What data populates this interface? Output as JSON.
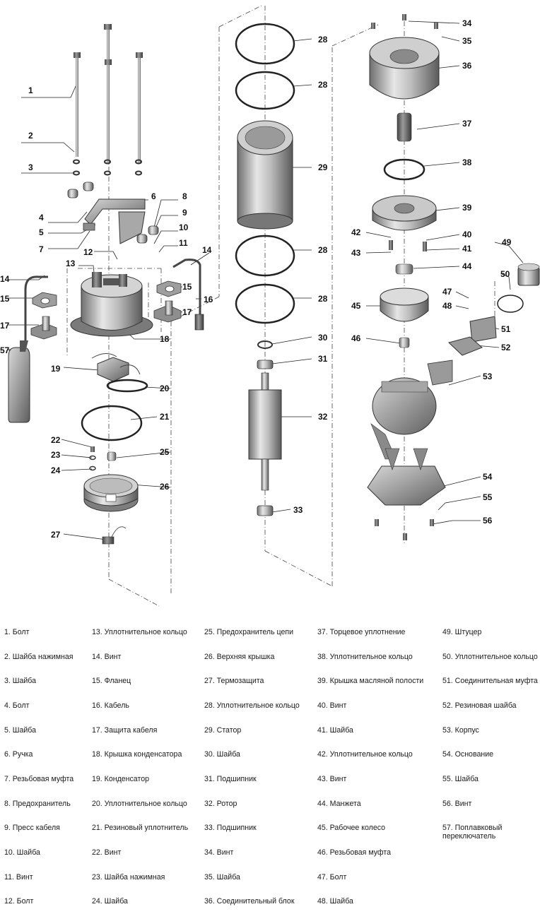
{
  "callouts": [
    "1",
    "2",
    "3",
    "4",
    "5",
    "6",
    "7",
    "8",
    "9",
    "10",
    "11",
    "12",
    "13",
    "14",
    "14",
    "15",
    "15",
    "16",
    "17",
    "17",
    "18",
    "19",
    "20",
    "21",
    "22",
    "23",
    "24",
    "25",
    "26",
    "27",
    "28",
    "28",
    "28",
    "28",
    "29",
    "30",
    "31",
    "32",
    "33",
    "34",
    "35",
    "36",
    "37",
    "38",
    "39",
    "40",
    "41",
    "42",
    "43",
    "44",
    "45",
    "46",
    "47",
    "48",
    "49",
    "50",
    "51",
    "52",
    "53",
    "54",
    "55",
    "56",
    "57"
  ],
  "legend": {
    "col1": [
      "1. Болт",
      "2. Шайба нажимная",
      "3. Шайба",
      "4. Болт",
      "5. Шайба",
      "6. Ручка",
      "7. Резьбовая муфта",
      "8. Предохранитель",
      "9. Пресс кабеля",
      "10. Шайба",
      "11. Винт",
      "12. Болт"
    ],
    "col2": [
      "13. Уплотнительное кольцо",
      "14. Винт",
      "15. Фланец",
      "16. Кабель",
      "17. Защита кабеля",
      "18. Крышка конденсатора",
      "19. Конденсатор",
      "20. Уплотнительное кольцо",
      "21. Резиновый уплотнитель",
      "22. Винт",
      "23. Шайба нажимная",
      "24. Шайба"
    ],
    "col3": [
      "25. Предохранитель цепи",
      "26. Верхняя крышка",
      "27. Термозащита",
      "28. Уплотнительное кольцо",
      "29. Статор",
      "30. Шайба",
      "31. Подшипник",
      "32. Ротор",
      "33. Подшипник",
      "34. Винт",
      "35. Шайба",
      "36. Соединительный блок"
    ],
    "col4": [
      "37. Торцевое уплотнение",
      "38. Уплотнительное кольцо",
      "39. Крышка масляной полости",
      "40. Винт",
      "41. Шайба",
      "42. Уплотнительное кольцо",
      "43. Винт",
      "44. Манжета",
      "45. Рабочее колесо",
      "46. Резьбовая муфта",
      "47. Болт",
      "48. Шайба"
    ],
    "col5": [
      "49. Штуцер",
      "50. Уплотнительное кольцо",
      "51. Соединительная муфта",
      "52. Резиновая шайба",
      "53. Корпус",
      "54. Основание",
      "55. Шайба",
      "56. Винт",
      "57. Поплавковый\nпереключатель"
    ]
  }
}
